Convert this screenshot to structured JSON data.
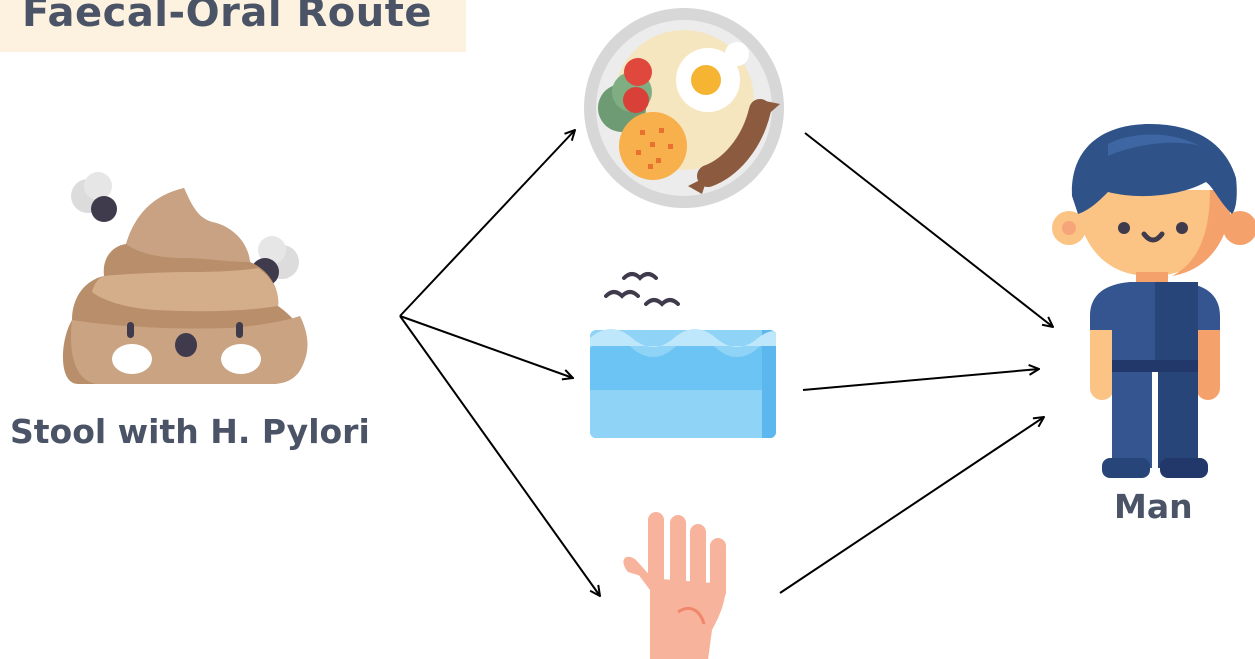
{
  "title": "Faecal-Oral Route",
  "nodes": {
    "source": {
      "label": "Stool with H. Pylori",
      "icon": "poop-with-flies-icon"
    },
    "food": {
      "label": "",
      "icon": "plate-of-food-icon"
    },
    "water": {
      "label": "",
      "icon": "water-waves-with-birds-icon"
    },
    "hand": {
      "label": "",
      "icon": "hand-icon"
    },
    "target": {
      "label": "Man",
      "icon": "man-avatar-icon"
    }
  },
  "edges": [
    {
      "from": "source",
      "to": "food"
    },
    {
      "from": "source",
      "to": "water"
    },
    {
      "from": "source",
      "to": "hand"
    },
    {
      "from": "food",
      "to": "target"
    },
    {
      "from": "water",
      "to": "target"
    },
    {
      "from": "hand",
      "to": "target"
    }
  ],
  "colors": {
    "title_highlight": "#fdf1df",
    "text": "#4a5466",
    "arrow": "#000000"
  }
}
